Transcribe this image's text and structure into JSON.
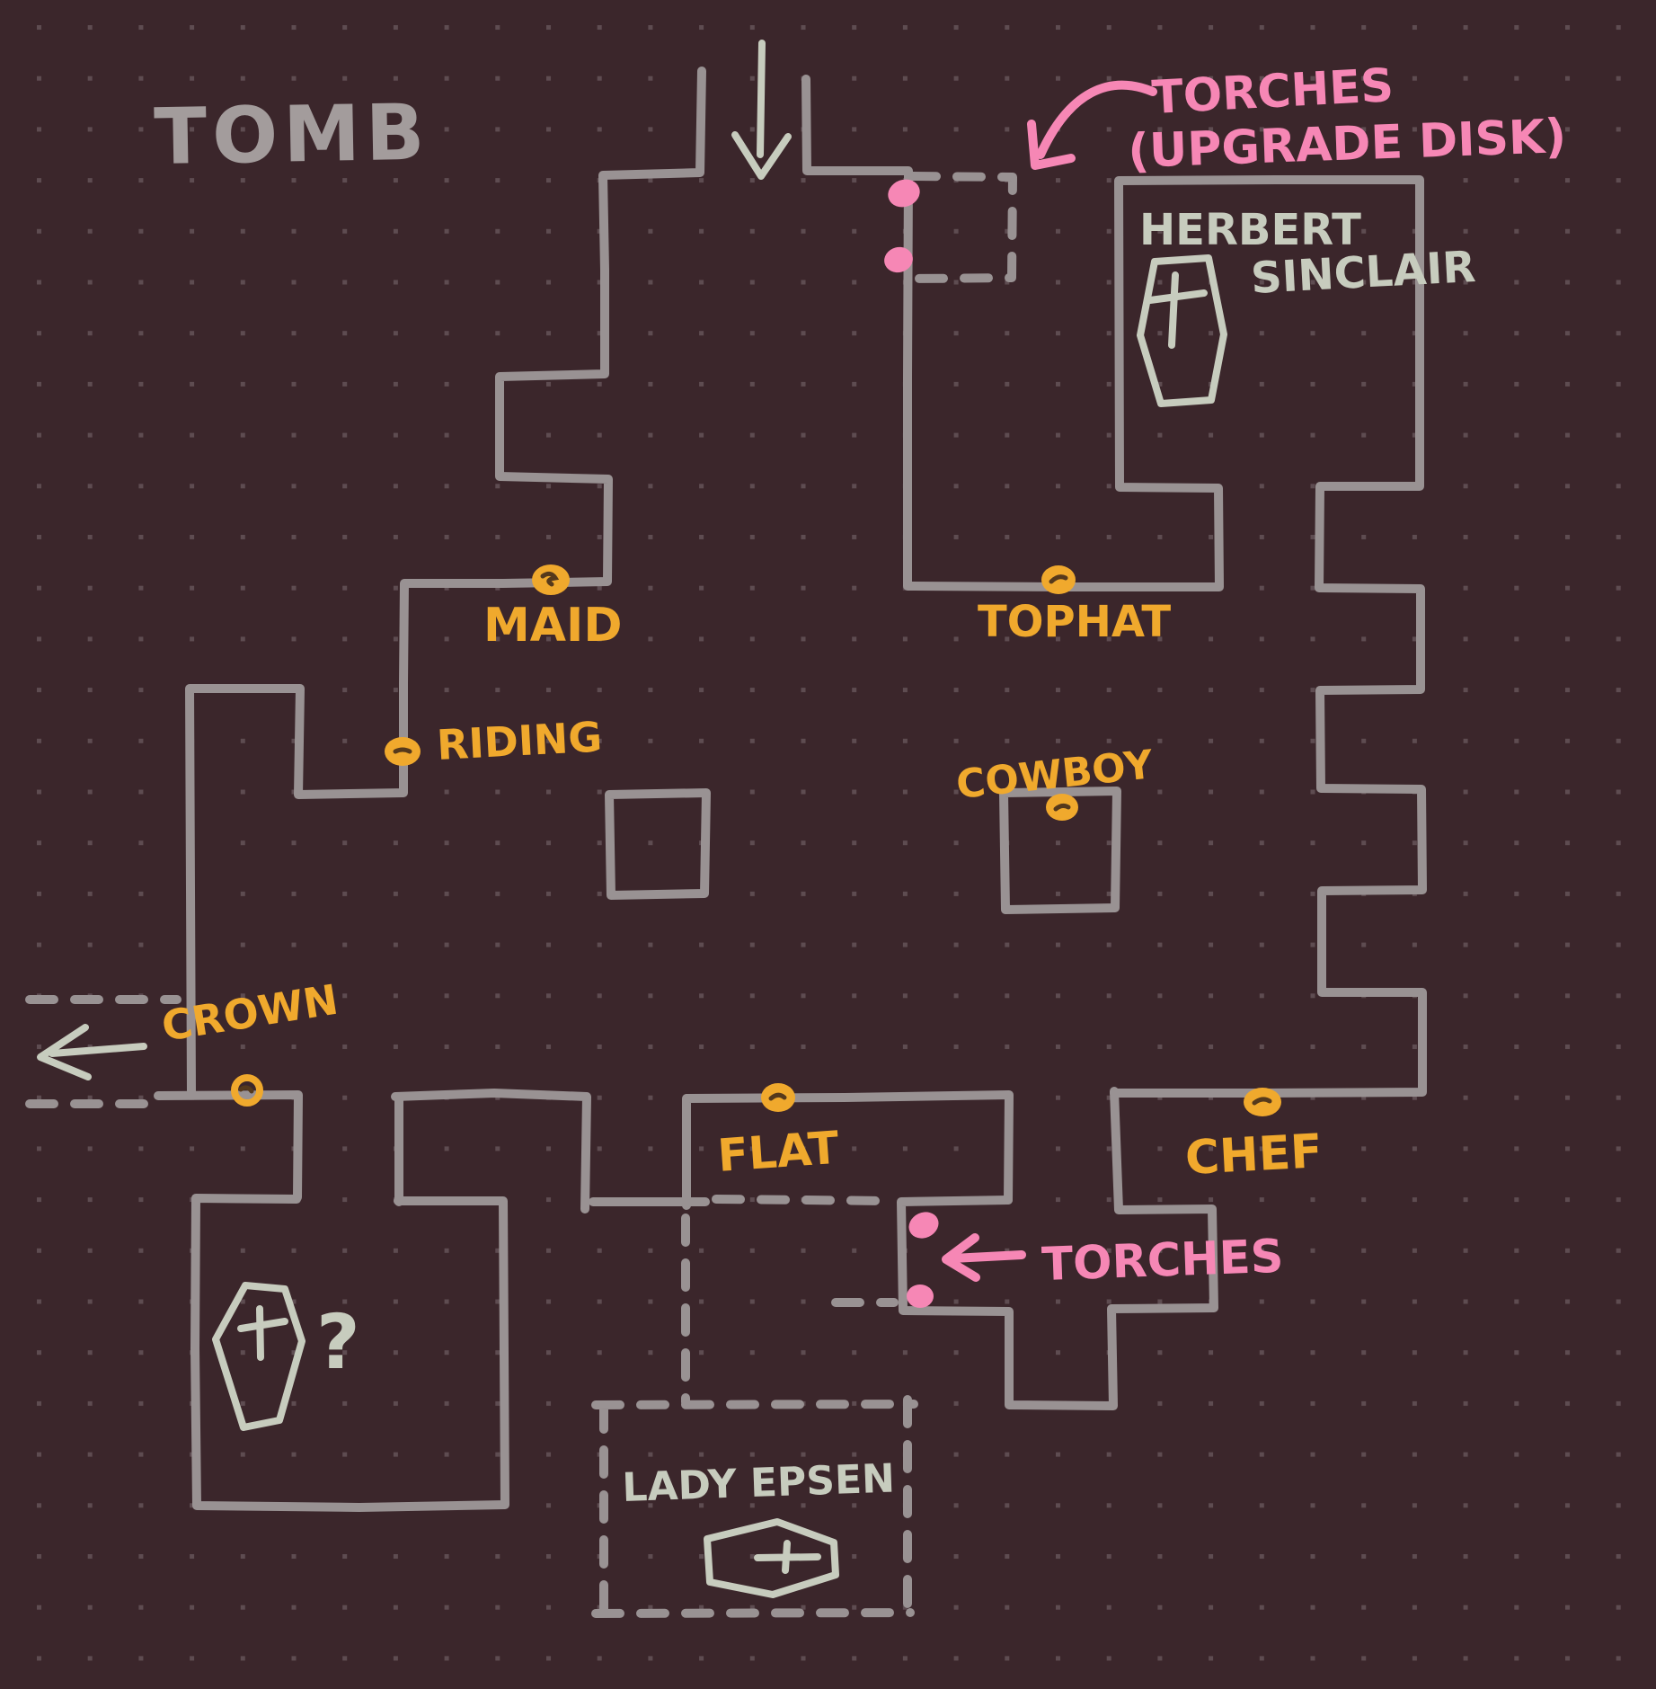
{
  "title": "TOMB",
  "colors": {
    "background": "#3b262b",
    "grid_dot": "#5e4c51",
    "wall_gray": "#999293",
    "ink_light": "#c7ccbe",
    "label_orange": "#f0a92d",
    "label_pink": "#f687b5",
    "title_gray": "#a39c9c"
  },
  "labels": {
    "maid": "MAID",
    "tophat": "TOPHAT",
    "riding": "RIDING",
    "cowboy": "COWBOY",
    "crown": "CROWN",
    "flat": "FLAT",
    "chef": "CHEF"
  },
  "notes": {
    "torches_upgrade": {
      "line1": "TORCHES",
      "line2": "(UPGRADE DISK)"
    },
    "torches_south": "TORCHES",
    "herbert": {
      "line1": "HERBERT",
      "line2": "SINCLAIR"
    },
    "lady_epsen": "LADY EPSEN",
    "unknown_grave": "?"
  },
  "markers": {
    "costume_item_dots": [
      "MAID",
      "TOPHAT",
      "RIDING",
      "COWBOY",
      "CROWN",
      "FLAT",
      "CHEF"
    ],
    "torch_dot_pairs": [
      "entrance-north",
      "cross-room-west"
    ],
    "graves": [
      "HERBERT SINCLAIR",
      "LADY EPSEN",
      "unknown"
    ]
  }
}
